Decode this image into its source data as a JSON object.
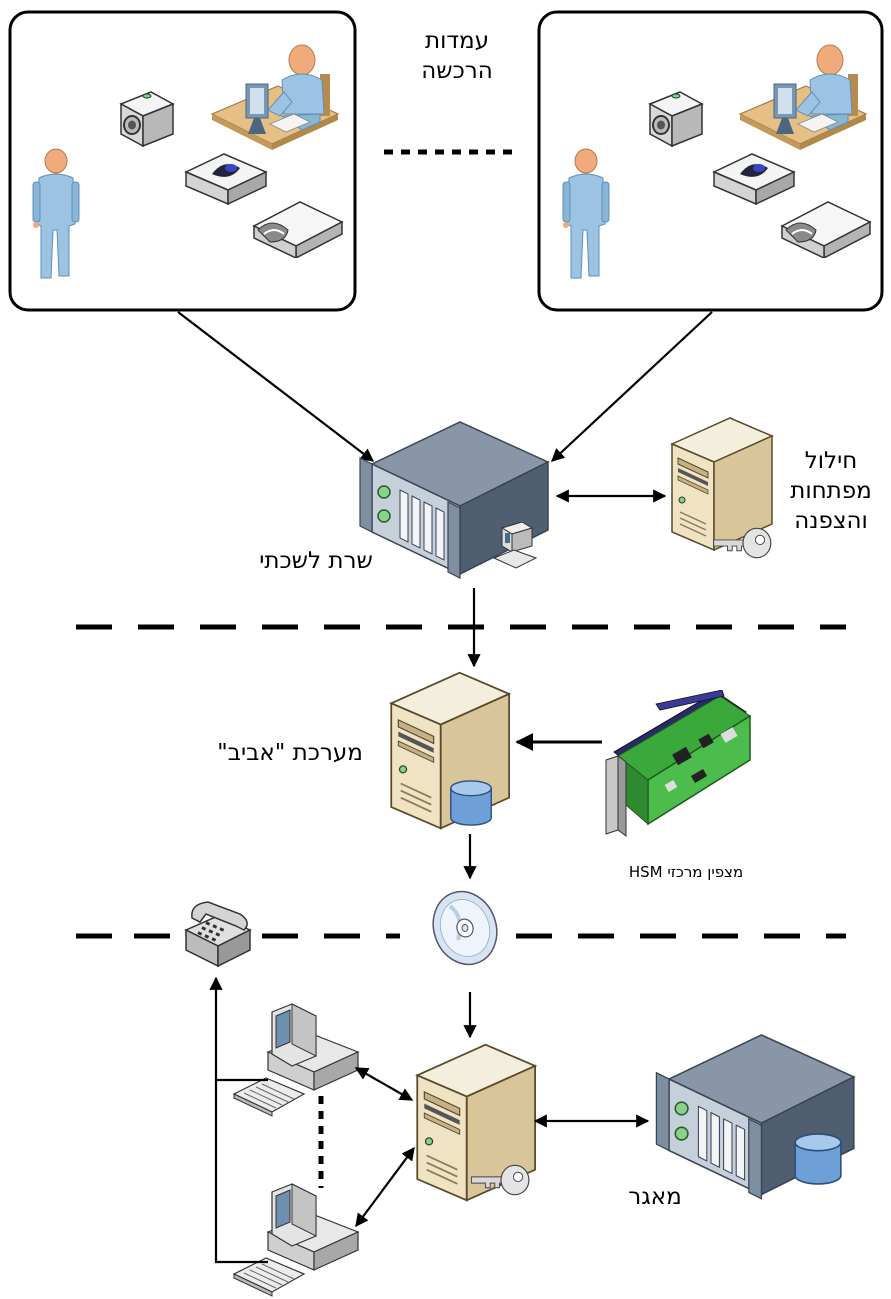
{
  "labels": {
    "registration_line1": "עמדות",
    "registration_line2": "הרכשה",
    "key_line1": "חילול",
    "key_line2": "מפתחות",
    "key_line3": "והצפנה",
    "layer_server": "שרת לשכתי",
    "aviv_system": "מערכת \"אביב\"",
    "hsm": "מצפין מרכזי HSM",
    "repository": "מאגר"
  },
  "colors": {
    "server_top": "#8b9aab",
    "server_side": "#4a5a6a",
    "server_front": "#c8d2dc",
    "tower_body": "#ece0c2",
    "tower_top": "#f6eedb",
    "person": "#9cc4e2",
    "skin": "#f0aa7c",
    "desk": "#e8c18a",
    "board": "#3fae3f",
    "cylinder": "#6ea0d8"
  },
  "icons": {
    "workstation_user": "seated-user-icon",
    "standing_user": "standing-user-icon",
    "camera": "camera-icon",
    "fingerprint": "fingerprint-scanner-icon",
    "scanner": "document-scanner-icon",
    "rack_server": "rack-server-icon",
    "tower": "tower-server-icon",
    "key": "key-icon",
    "hsm_card": "hsm-card-icon",
    "disc": "cd-disc-icon",
    "phone": "telephone-icon",
    "pc": "desktop-pc-icon",
    "database": "database-icon"
  }
}
